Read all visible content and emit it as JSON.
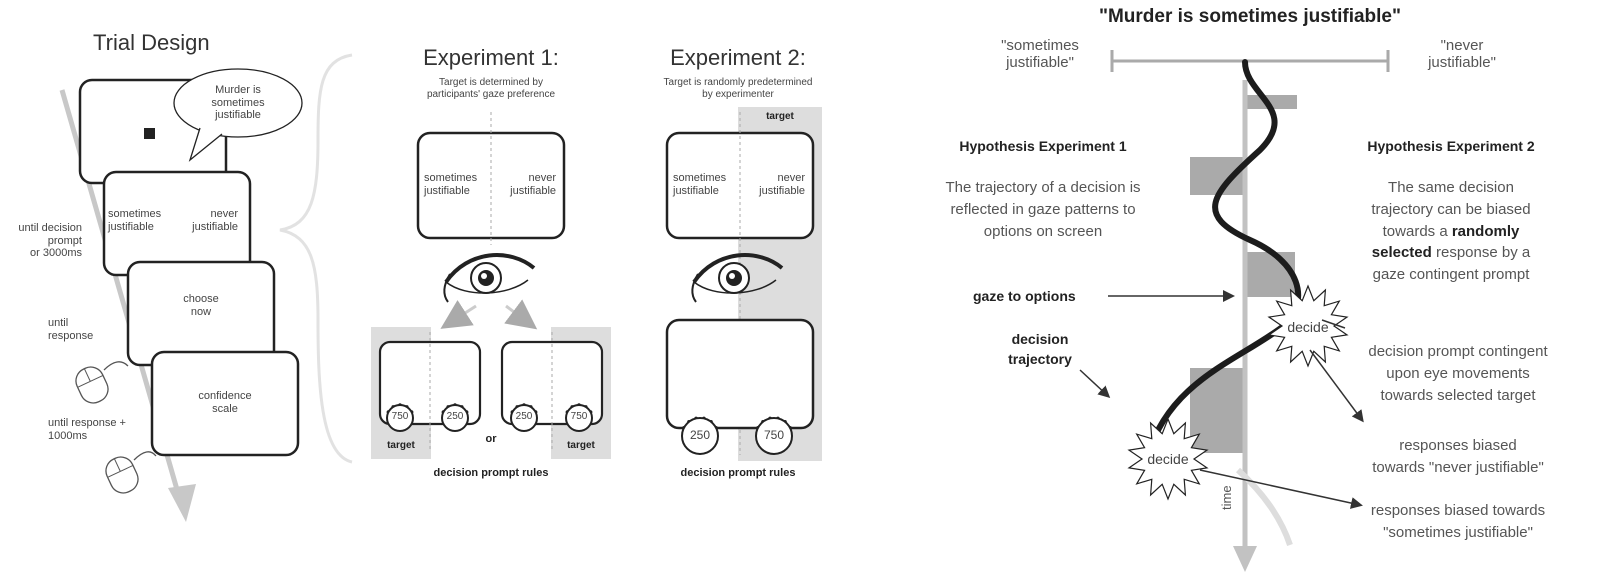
{
  "trial_design": {
    "title": "Trial Design",
    "speech": [
      "Murder is",
      "sometimes",
      "justifiable"
    ],
    "screen2": {
      "left": [
        "sometimes",
        "justifiable"
      ],
      "right": [
        "never",
        "justifiable"
      ]
    },
    "screen3": [
      "choose",
      "now"
    ],
    "screen4": [
      "confidence",
      "scale"
    ],
    "timings": {
      "t1": [
        "until decision",
        "prompt",
        "or 3000ms"
      ],
      "t2": [
        "until",
        "response"
      ],
      "t3": [
        "until response +",
        "1000ms"
      ]
    }
  },
  "experiment1": {
    "title": "Experiment 1:",
    "subtitle": [
      "Target is determined by",
      "participants' gaze preference"
    ],
    "screen": {
      "left": [
        "sometimes",
        "justifiable"
      ],
      "right": [
        "never",
        "justifiable"
      ]
    },
    "or_label": "or",
    "left_panel": {
      "prompts": [
        "750",
        "250"
      ],
      "target_label": "target"
    },
    "right_panel": {
      "prompts": [
        "250",
        "750"
      ],
      "target_label": "target"
    },
    "footer": "decision prompt rules"
  },
  "experiment2": {
    "title": "Experiment 2:",
    "subtitle": [
      "Target is randomly predetermined",
      "by experimenter"
    ],
    "target_label": "target",
    "screen": {
      "left": [
        "sometimes",
        "justifiable"
      ],
      "right": [
        "never",
        "justifiable"
      ]
    },
    "prompts": [
      "250",
      "750"
    ],
    "footer": "decision prompt rules"
  },
  "hypothesis": {
    "title": "\"Murder is sometimes justifiable\"",
    "scale_left": [
      "\"sometimes",
      "justifiable\""
    ],
    "scale_right": [
      "\"never",
      "justifiable\""
    ],
    "exp1_title": "Hypothesis Experiment 1",
    "exp1_text": [
      "The trajectory of a decision is",
      "reflected in gaze patterns to",
      "options on screen"
    ],
    "exp2_title": "Hypothesis Experiment 2",
    "exp2_text": {
      "l1": "The same decision",
      "l2": "trajectory can be biased",
      "l3_pre": "towards a ",
      "l3_bold": "randomly",
      "l4_bold": "selected",
      "l4_post": " response by a",
      "l5": "gaze contingent prompt"
    },
    "gaze_label": "gaze to options",
    "trajectory_label": [
      "decision",
      "trajectory"
    ],
    "decide_label": "decide",
    "contingent_text": [
      "decision prompt contingent",
      "upon eye movements",
      "towards selected target"
    ],
    "biased_never": [
      "responses biased",
      "towards \"never justifiable\""
    ],
    "biased_sometimes": [
      "responses biased towards",
      "\"sometimes justifiable\""
    ],
    "time_label": "time"
  }
}
